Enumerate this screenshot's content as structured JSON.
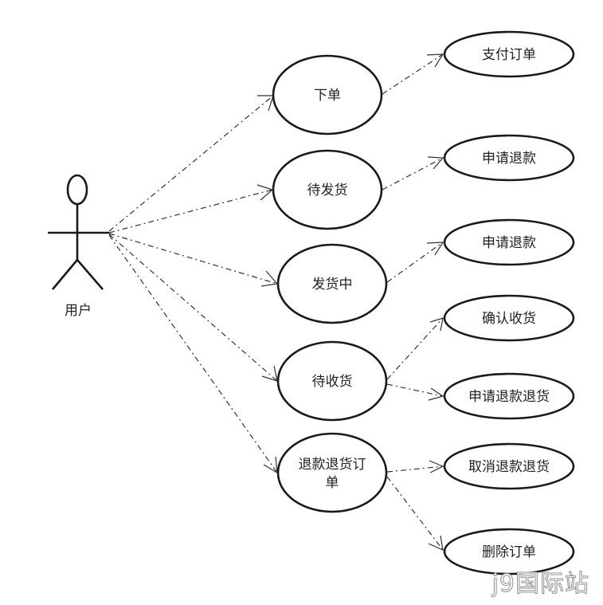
{
  "actor": {
    "label": "用户"
  },
  "use_cases": {
    "place_order": "下单",
    "pay_order": "支付订单",
    "pending_ship": "待发货",
    "refund_1": "申请退款",
    "shipping": "发货中",
    "refund_2": "申请退款",
    "pending_receive": "待收货",
    "confirm_receipt": "确认收货",
    "refund_return_1": "申请退款退货",
    "refund_return_order_line1": "退款退货订",
    "refund_return_order_line2": "单",
    "cancel_refund_return": "取消退款退货",
    "delete_order": "删除订单"
  },
  "watermark": "j9国际站"
}
